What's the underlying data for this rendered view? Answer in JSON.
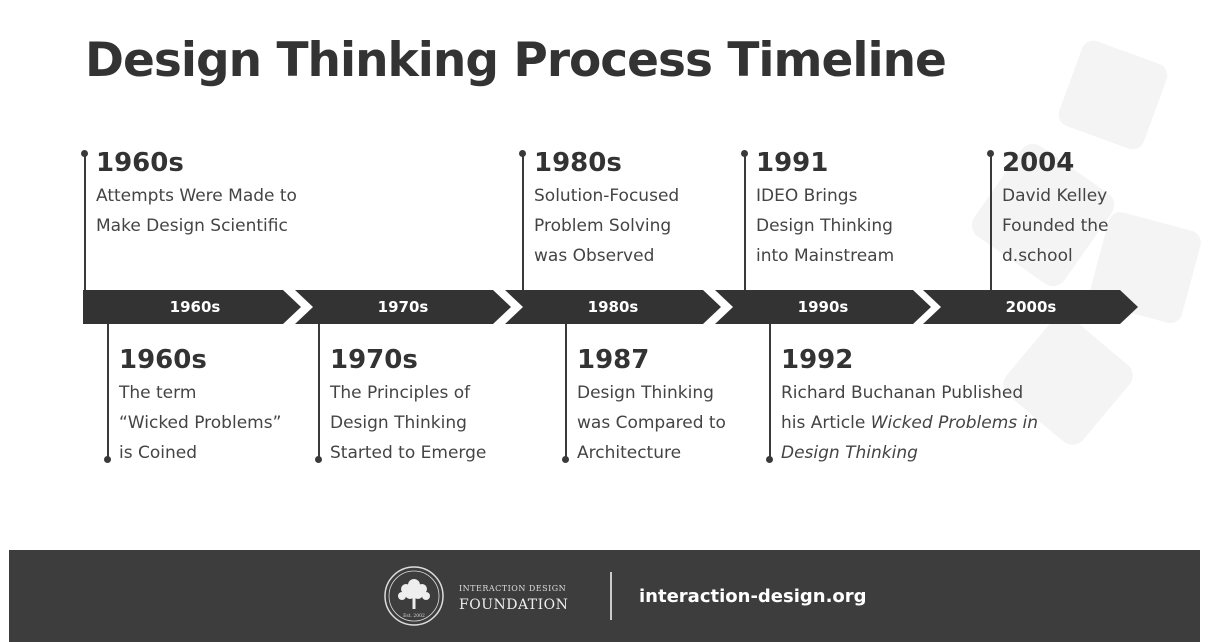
{
  "title": "Design Thinking Process Timeline",
  "decades": [
    "1960s",
    "1970s",
    "1980s",
    "1990s",
    "2000s"
  ],
  "events_above": [
    {
      "year": "1960s",
      "lines": [
        "Attempts Were Made to",
        "Make Design Scientific"
      ]
    },
    {
      "year": "1980s",
      "lines": [
        "Solution-Focused",
        "Problem Solving",
        "was Observed"
      ]
    },
    {
      "year": "1991",
      "lines": [
        "IDEO Brings",
        "Design Thinking",
        "into Mainstream"
      ]
    },
    {
      "year": "2004",
      "lines": [
        "David Kelley",
        "Founded the",
        "d.school"
      ]
    }
  ],
  "events_below": [
    {
      "year": "1960s",
      "lines": [
        "The term",
        "“Wicked Problems”",
        "is Coined"
      ]
    },
    {
      "year": "1970s",
      "lines": [
        "The Principles of",
        "Design Thinking",
        "Started to Emerge"
      ]
    },
    {
      "year": "1987",
      "lines": [
        "Design Thinking",
        "was Compared to",
        "Architecture"
      ]
    },
    {
      "year": "1992",
      "line1": "Richard Buchanan Published",
      "line2_plain": "his Article ",
      "line2_italic": "Wicked Problems in",
      "line3_italic": "Design Thinking"
    }
  ],
  "footer": {
    "org_small": "INTERACTION DESIGN",
    "org_big": "FOUNDATION",
    "logo_text": "Est. 2002",
    "website": "interaction-design.org"
  },
  "colors": {
    "ink": "#333333",
    "arrow": "#333333",
    "footer_bg": "#3d3d3d",
    "background": "#ffffff"
  }
}
